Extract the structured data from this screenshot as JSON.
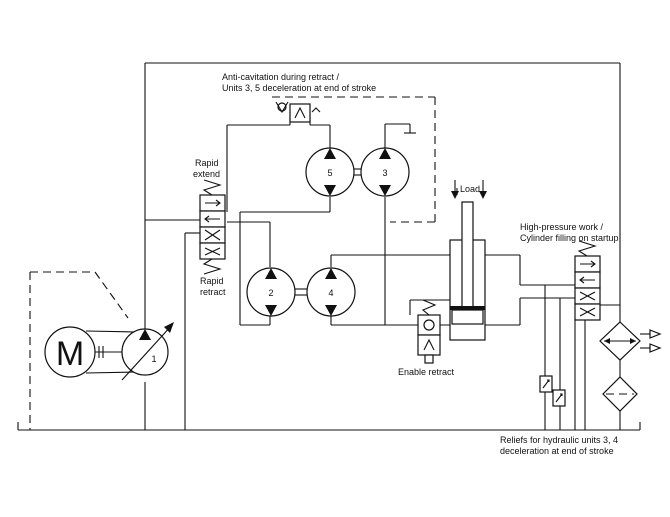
{
  "labels": {
    "anticav_line1": "Anti-cavitation during retract /",
    "anticav_line2": "Units 3, 5 deceleration at end of stroke",
    "rapid_extend_1": "Rapid",
    "rapid_extend_2": "extend",
    "rapid_retract_1": "Rapid",
    "rapid_retract_2": "retract",
    "load": "Load",
    "hp_line1": "High-pressure work /",
    "hp_line2": "Cylinder filling on startup",
    "enable_retract": "Enable retract",
    "reliefs_line1": "Reliefs for hydraulic units 3, 4",
    "reliefs_line2": "deceleration at end of stroke"
  },
  "motor": {
    "letter": "M"
  },
  "units": {
    "pump_main": "1",
    "unit_2": "2",
    "unit_3": "3",
    "unit_4": "4",
    "unit_5": "5"
  },
  "colors": {
    "line": "#111111",
    "background": "#ffffff"
  }
}
